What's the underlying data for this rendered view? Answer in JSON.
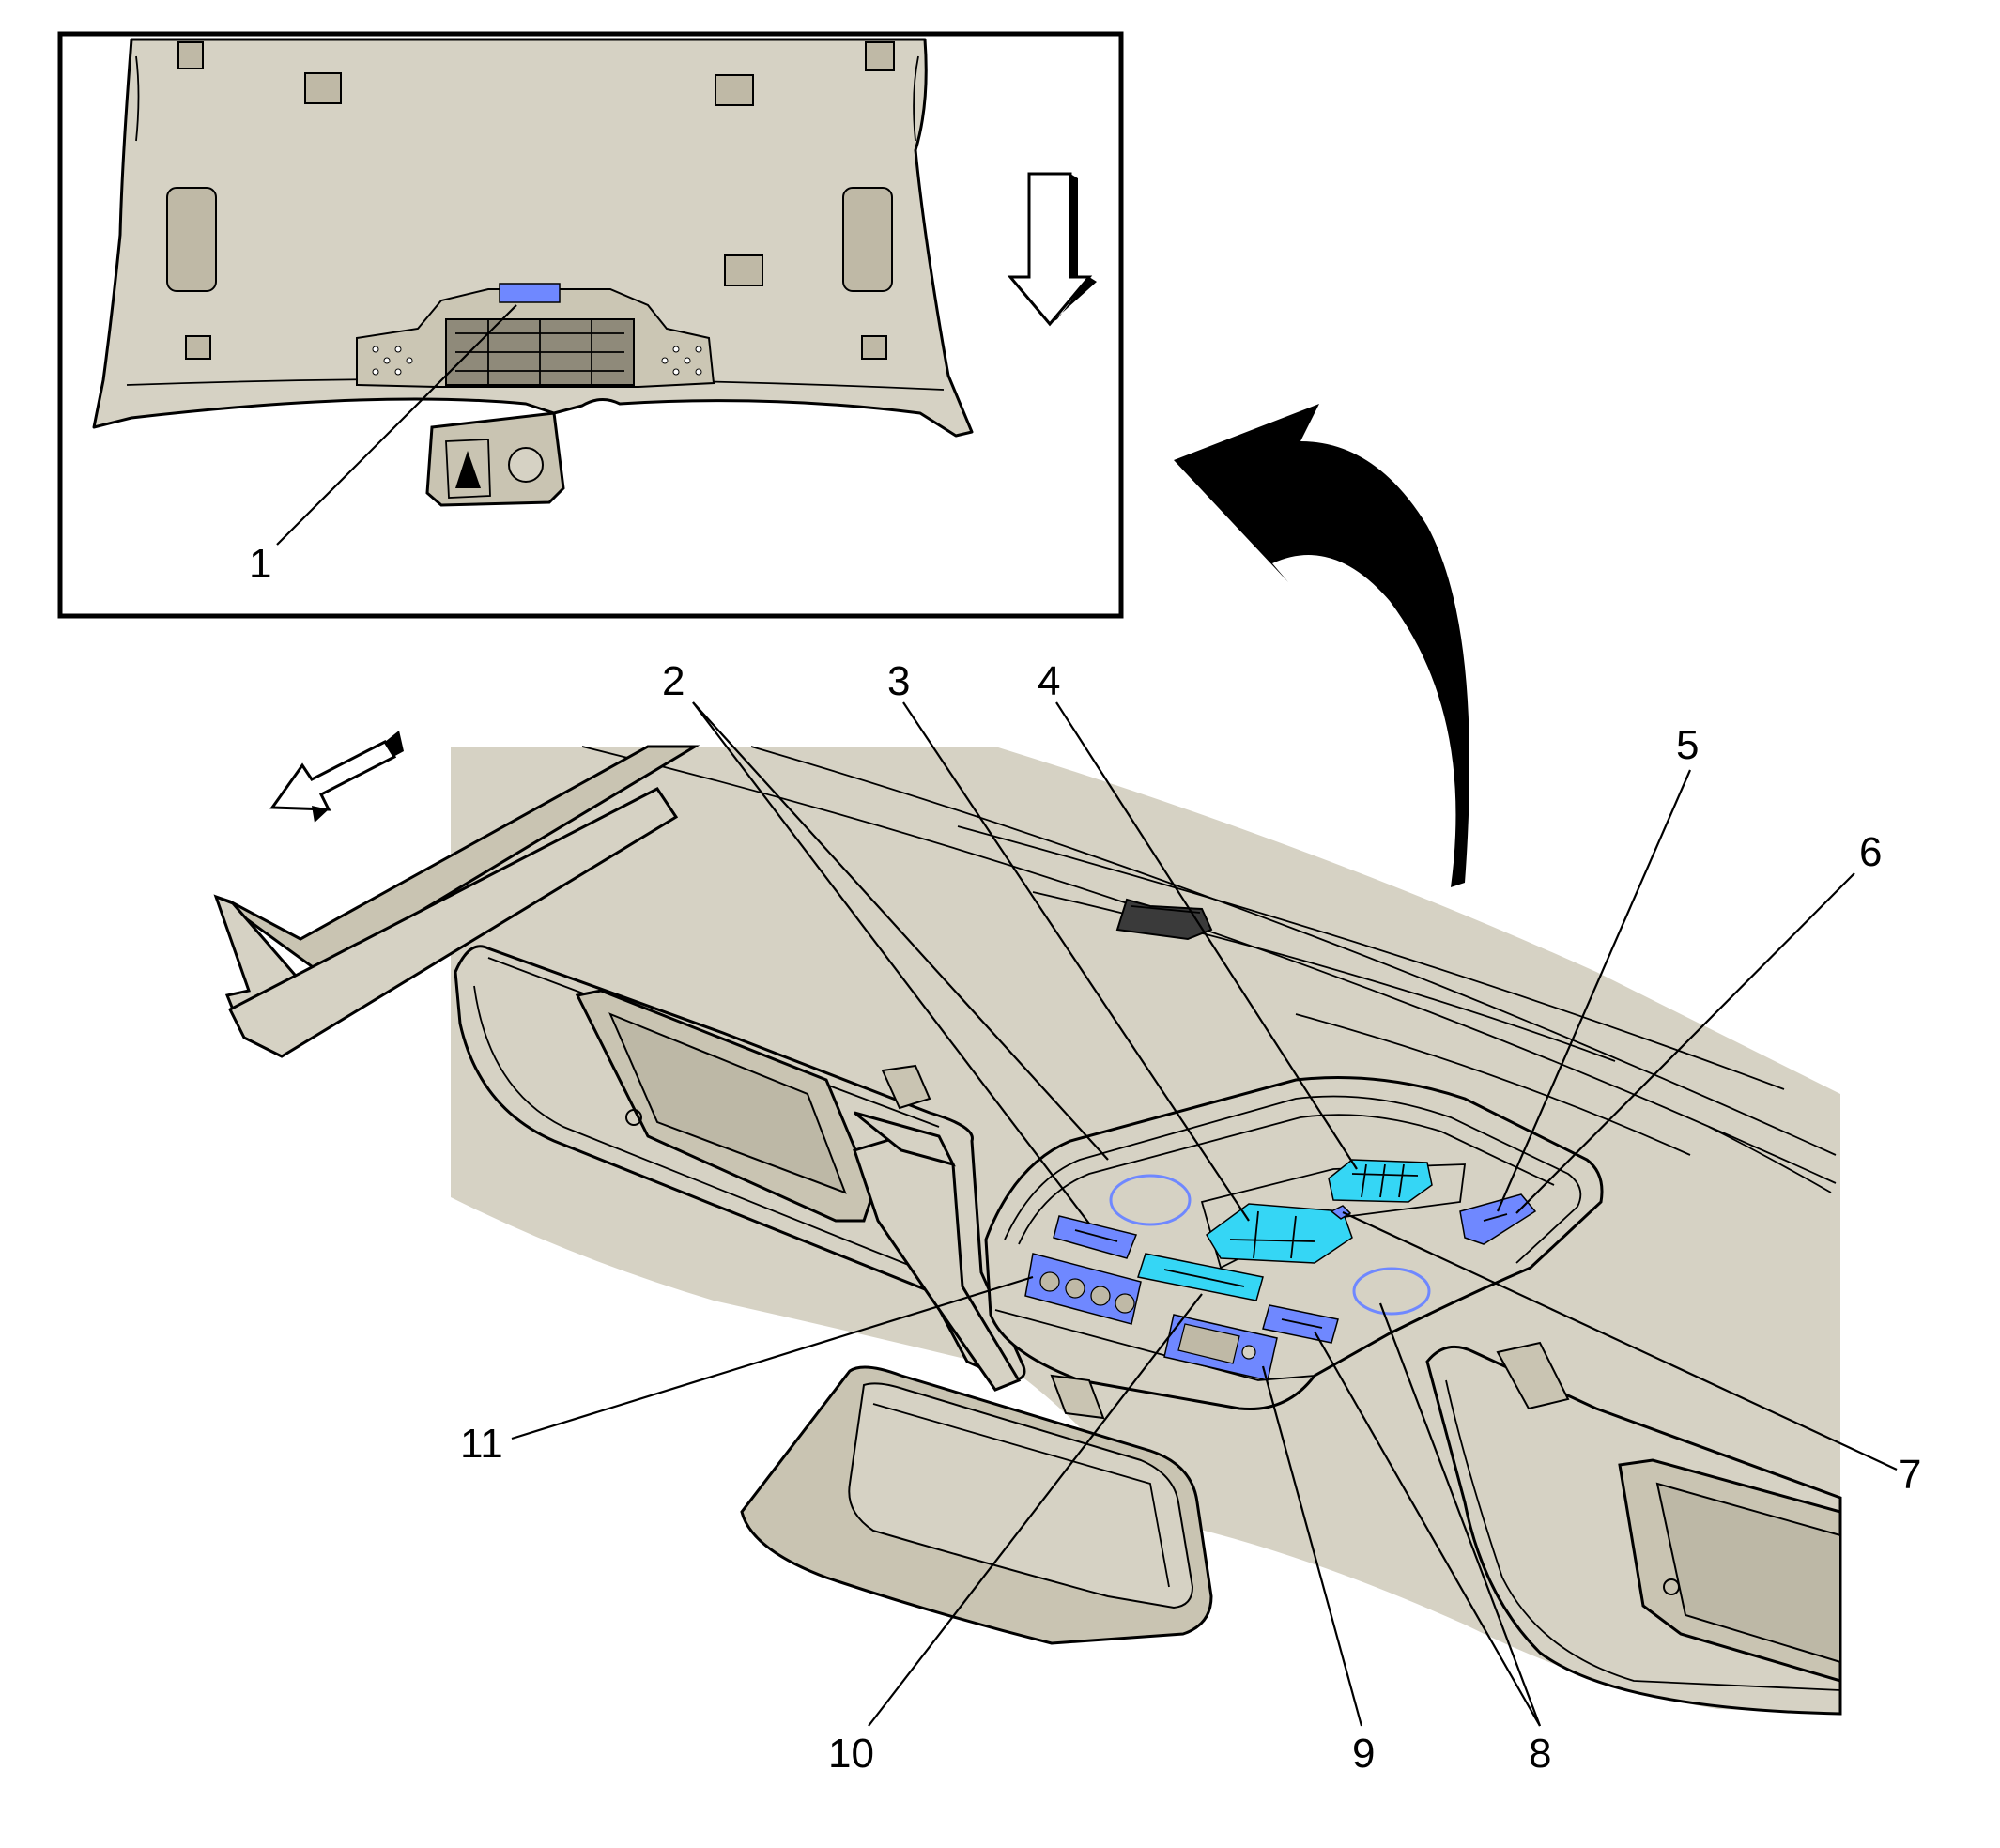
{
  "diagram": {
    "callouts": [
      "1",
      "2",
      "3",
      "4",
      "5",
      "6",
      "7",
      "8",
      "9",
      "10",
      "11"
    ],
    "colors": {
      "headliner": "#d6d2c4",
      "headliner_shade": "#c4bfae",
      "component_cyan": "#35d6f5",
      "component_blue": "#6f88ff",
      "outline": "#000000",
      "background": "#ffffff"
    },
    "icons": {
      "inset_view_arrow": "down-arrow-icon",
      "forward_arrow": "forward-direction-arrow-icon",
      "detail_arrow": "curved-detail-arrow-icon"
    }
  }
}
